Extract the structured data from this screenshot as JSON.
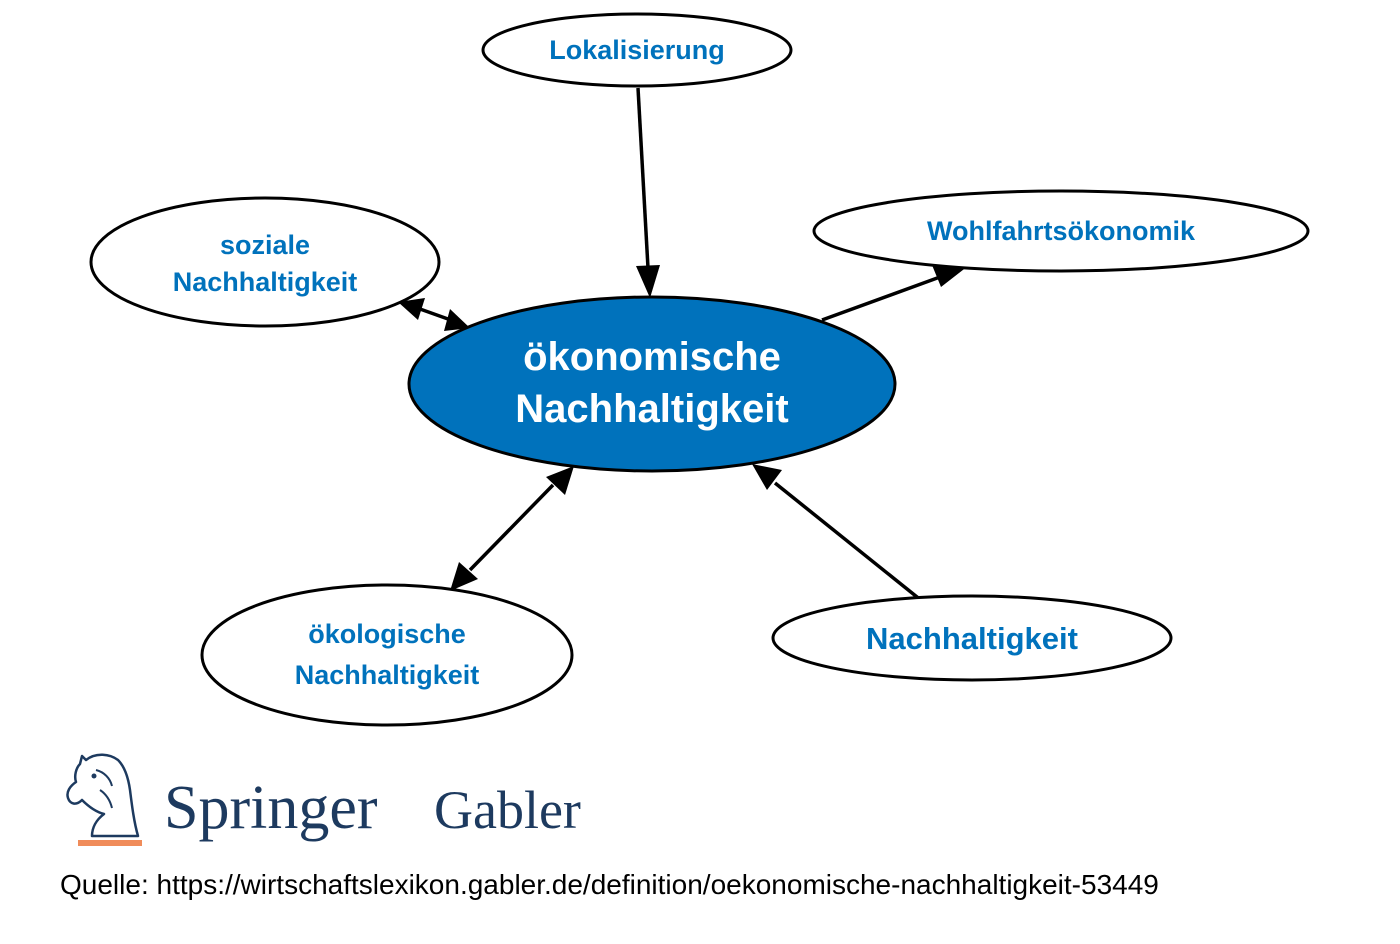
{
  "colors": {
    "accent": "#0072bc",
    "center_fill": "#0072bc",
    "center_text": "#ffffff",
    "node_text": "#0072bc",
    "edge": "#000000",
    "logo_text": "#1d3a5f",
    "logo_underline": "#f08c5a"
  },
  "nodes": {
    "center": {
      "line1": "ökonomische",
      "line2": "Nachhaltigkeit"
    },
    "lokalisierung": {
      "label": "Lokalisierung"
    },
    "wohlfahrt": {
      "label": "Wohlfahrtsökonomik"
    },
    "soziale": {
      "line1": "soziale",
      "line2": "Nachhaltigkeit"
    },
    "oekologische": {
      "line1": "ökologische",
      "line2": "Nachhaltigkeit"
    },
    "nachhaltigkeit": {
      "label": "Nachhaltigkeit"
    }
  },
  "edges": [
    {
      "from": "lokalisierung",
      "to": "center",
      "direction": "forward"
    },
    {
      "from": "center",
      "to": "wohlfahrt",
      "direction": "forward"
    },
    {
      "from": "soziale",
      "to": "center",
      "direction": "both"
    },
    {
      "from": "oekologische",
      "to": "center",
      "direction": "both"
    },
    {
      "from": "nachhaltigkeit",
      "to": "center",
      "direction": "forward"
    }
  ],
  "logo": {
    "icon": "knight-horse-icon",
    "word1": "Springer",
    "word2": "Gabler"
  },
  "source": {
    "text": "Quelle: https://wirtschaftslexikon.gabler.de/definition/oekonomische-nachhaltigkeit-53449"
  }
}
